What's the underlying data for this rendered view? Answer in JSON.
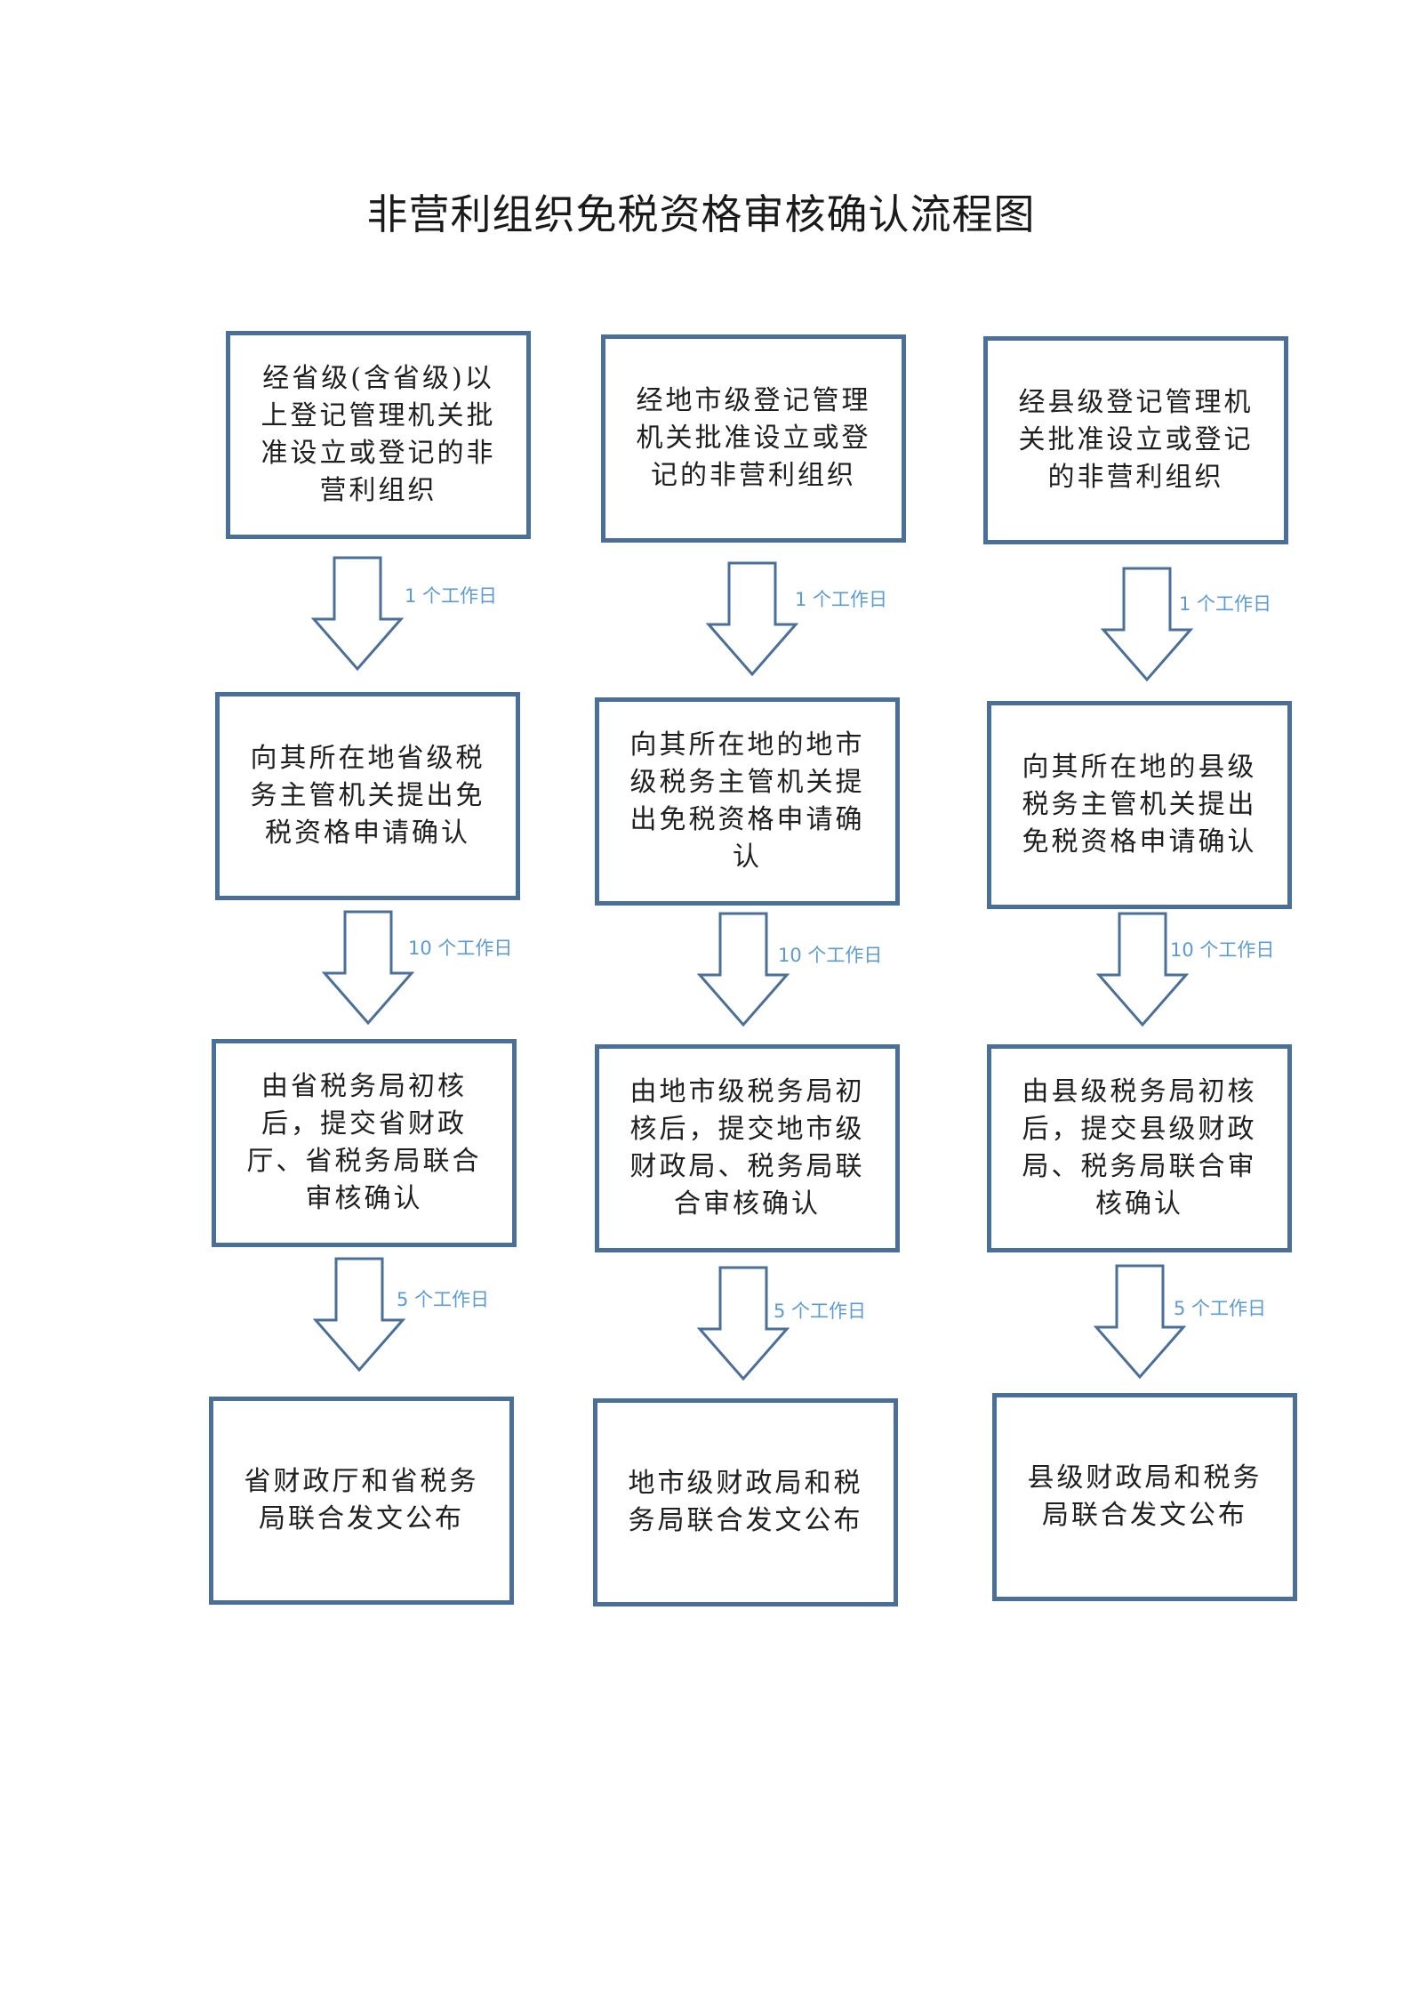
{
  "title": "非营利组织免税资格审核确认流程图",
  "colors": {
    "box_border": "#4a7099",
    "arrow_stroke": "#4a7099",
    "label_text": "#5b9bd5"
  },
  "columns": [
    {
      "boxes": [
        "经省级(含省级)以上登记管理机关批准设立或登记的非营利组织",
        "向其所在地省级税务主管机关提出免税资格申请确认",
        "由省税务局初核后，提交省财政厅、省税务局联合审核确认",
        "省财政厅和省税务局联合发文公布"
      ],
      "steps": [
        "1 个工作日",
        "10 个工作日",
        "5 个工作日"
      ]
    },
    {
      "boxes": [
        "经地市级登记管理机关批准设立或登记的非营利组织",
        "向其所在地的地市级税务主管机关提出免税资格申请确认",
        "由地市级税务局初核后，提交地市级财政局、税务局联合审核确认",
        "地市级财政局和税务局联合发文公布"
      ],
      "steps": [
        "1 个工作日",
        "10 个工作日",
        "5 个工作日"
      ]
    },
    {
      "boxes": [
        "经县级登记管理机关批准设立或登记的非营利组织",
        "向其所在地的县级税务主管机关提出免税资格申请确认",
        "由县级税务局初核后，提交县级财政局、税务局联合审核确认",
        "县级财政局和税务局联合发文公布"
      ],
      "steps": [
        "1 个工作日",
        "10 个工作日",
        "5 个工作日"
      ]
    }
  ]
}
